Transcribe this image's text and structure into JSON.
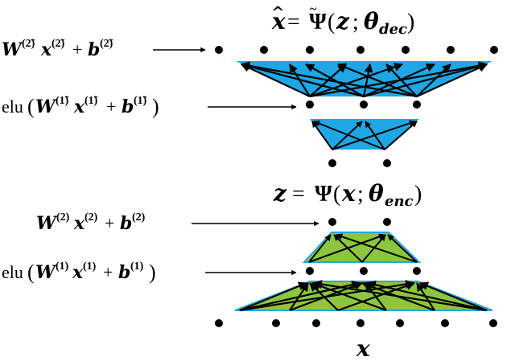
{
  "decoder": {
    "title": "x̂ = Ψ̃(z; θ_dec)",
    "layer2_label": "W^(2̃) x^(2̃) + b^(2̃)",
    "layer1_label": "elu(W^(1̃) x^(1̃) + b^(1̃))",
    "fill_color": "#1ea7e4"
  },
  "encoder": {
    "title": "z = Ψ(x; θ_enc)",
    "layer2_label": "W^(2) x^(2) + b^(2)",
    "layer1_label": "elu(W^(1) x^(1) + b^(1))",
    "fill_color": "#8cc63f"
  },
  "input_label": "x",
  "edge_color": "#1ea7e4"
}
